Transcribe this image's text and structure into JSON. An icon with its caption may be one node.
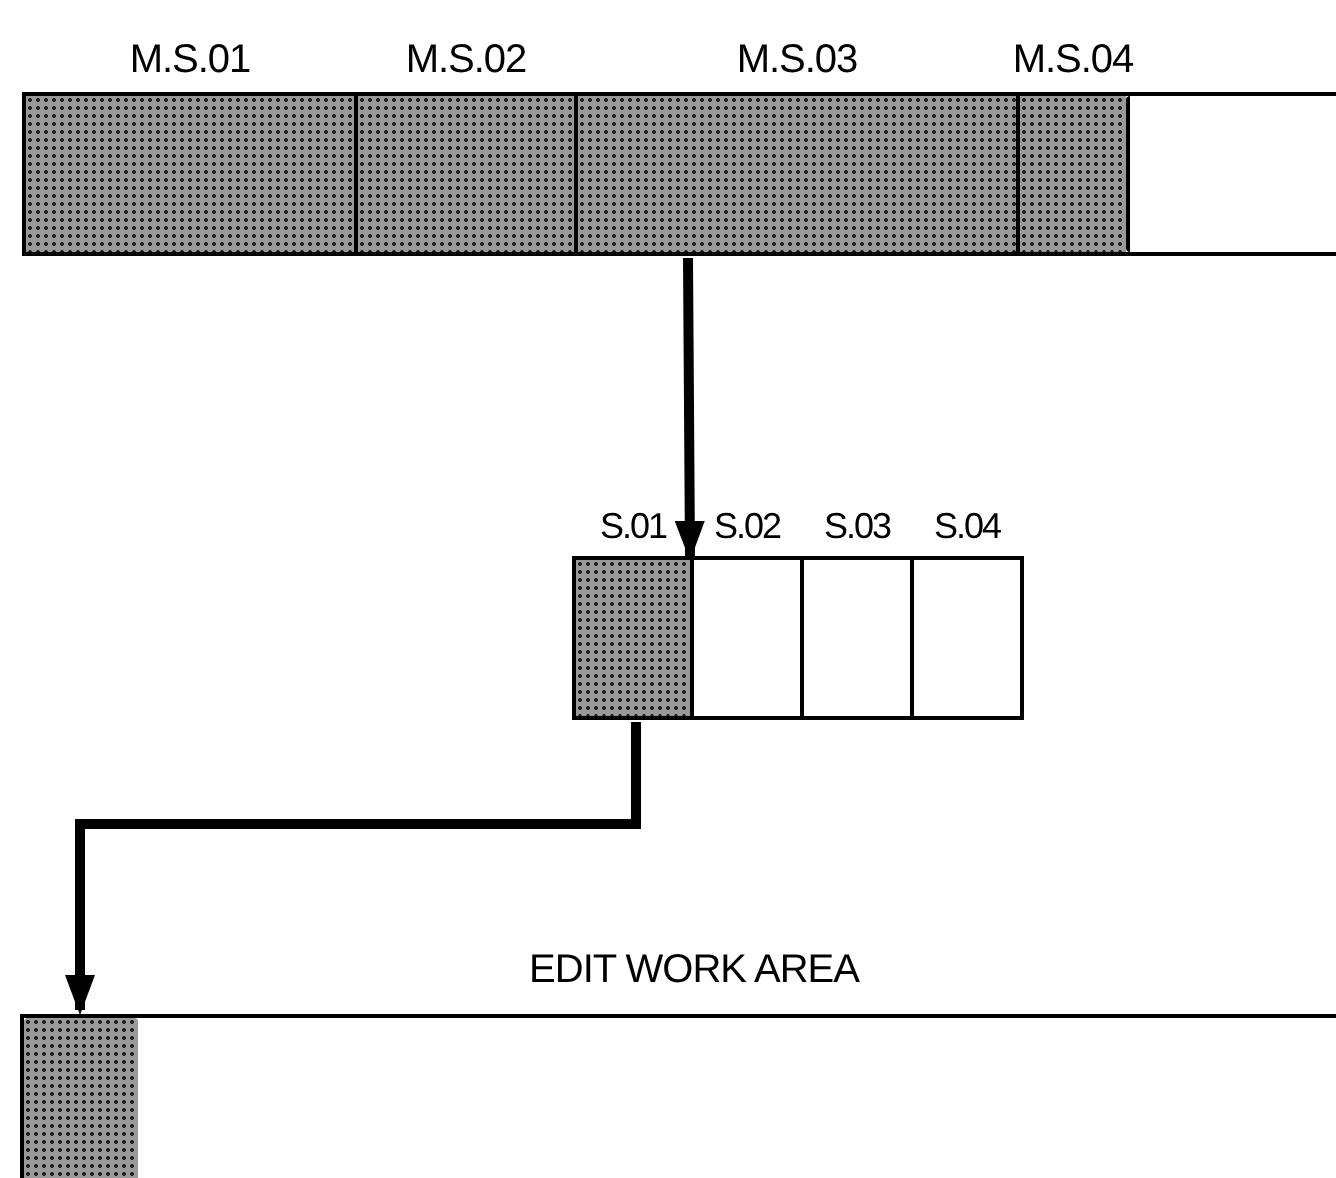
{
  "diagram": {
    "nodes": [
      {
        "text": [],
        "shape": "bar"
      },
      {
        "text": [
          "M.S.01"
        ],
        "in": 0
      },
      {
        "text": [
          "M.S.02"
        ],
        "in": 0
      },
      {
        "text": [
          "M.S.03"
        ],
        "in": 0
      },
      {
        "text": [
          "M.S.04"
        ],
        "in": 0
      },
      {
        "text": [],
        "shape": "box",
        "in": 0
      },
      {
        "text": [],
        "shape": "bar"
      },
      {
        "text": [
          "S.01"
        ],
        "in": 6
      },
      {
        "text": [
          "S.02"
        ],
        "in": 6
      },
      {
        "text": [
          "S.03"
        ],
        "in": 6
      },
      {
        "text": [
          "S.04"
        ],
        "in": 6
      },
      {
        "text": [
          "EDIT WORK AREA"
        ]
      },
      {
        "text": [],
        "shape": "box",
        "in": 11
      }
    ],
    "edges": [
      {
        "from": 3,
        "to": 6,
        "arrow": "to"
      },
      {
        "from": 7,
        "to": 12,
        "arrow": "to"
      }
    ]
  }
}
